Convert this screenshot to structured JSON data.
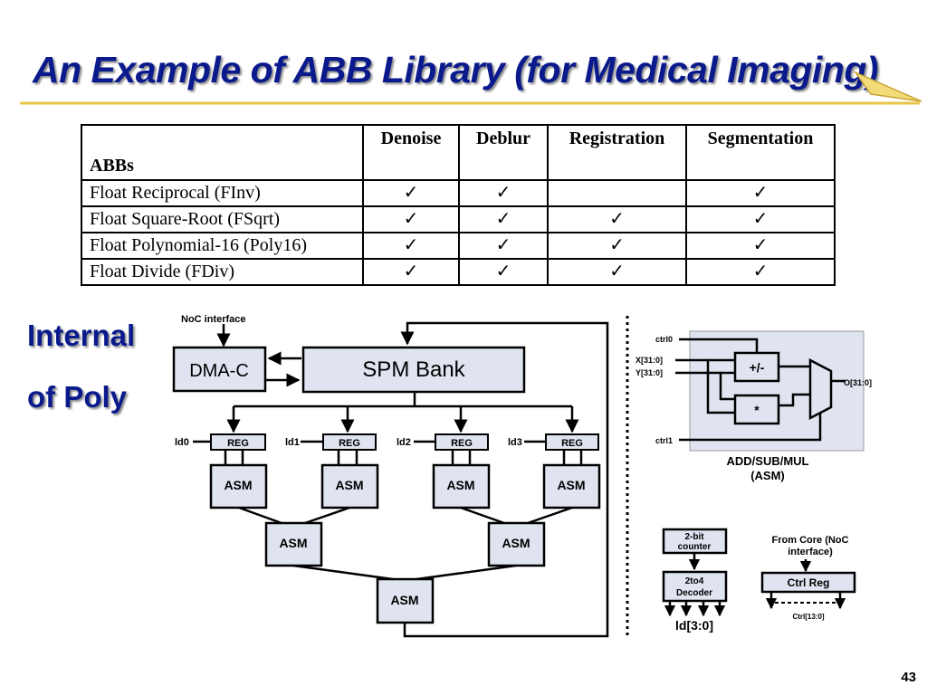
{
  "title": "An Example of ABB Library (for Medical Imaging)",
  "side_label": {
    "line1": "Internal",
    "line2": "of Poly"
  },
  "page_number": "43",
  "table": {
    "headers": [
      "ABBs",
      "Denoise",
      "Deblur",
      "Registration",
      "Segmentation"
    ],
    "rows": [
      {
        "name": "Float Reciprocal (FInv)",
        "marks": [
          "✓",
          "✓",
          "",
          "✓"
        ]
      },
      {
        "name": "Float Square-Root (FSqrt)",
        "marks": [
          "✓",
          "✓",
          "✓",
          "✓"
        ]
      },
      {
        "name": "Float Polynomial-16 (Poly16)",
        "marks": [
          "✓",
          "✓",
          "✓",
          "✓"
        ]
      },
      {
        "name": "Float Divide (FDiv)",
        "marks": [
          "✓",
          "✓",
          "✓",
          "✓"
        ]
      }
    ]
  },
  "diagram": {
    "noc_interface": "NoC interface",
    "dma": "DMA-C",
    "spm": "SPM Bank",
    "reg": "REG",
    "asm": "ASM",
    "ld_labels": [
      "ld0",
      "ld1",
      "ld2",
      "ld3"
    ]
  },
  "asm_detail": {
    "ctrl0": "ctrl0",
    "x": "X[31:0]",
    "y": "Y[31:0]",
    "ctrl1": "ctrl1",
    "addsub": "+/-",
    "mul": "*",
    "out": "O[31:0]",
    "caption1": "ADD/SUB/MUL",
    "caption2": "(ASM)"
  },
  "control": {
    "counter_line1": "2-bit",
    "counter_line2": "counter",
    "decoder_line1": "2to4",
    "decoder_line2": "Decoder",
    "ld_bus": "ld[3:0]",
    "from_core_line1": "From Core (NoC",
    "from_core_line2": "interface)",
    "ctrl_reg": "Ctrl Reg",
    "ctrl_bus": "Ctrl[13:0]"
  },
  "colors": {
    "title": "#0a1a8c",
    "box_fill": "#dfe4f0",
    "accent_line": "#e8c64a"
  }
}
